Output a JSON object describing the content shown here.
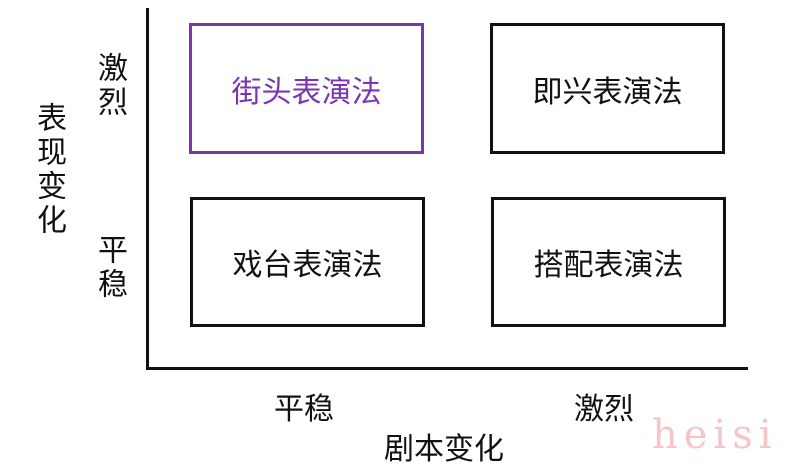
{
  "quadrants": {
    "top_left": "街头表演法",
    "top_right": "即兴表演法",
    "bottom_left": "戏台表演法",
    "bottom_right": "搭配表演法"
  },
  "y_axis": {
    "title": "表现变化",
    "high": "激烈",
    "low": "平稳"
  },
  "x_axis": {
    "title": "剧本变化",
    "low": "平稳",
    "high": "激烈"
  },
  "watermark": "heisi",
  "colors": {
    "highlight": "#7b35b0",
    "line": "#111111",
    "watermark": "#f5c6c8"
  }
}
